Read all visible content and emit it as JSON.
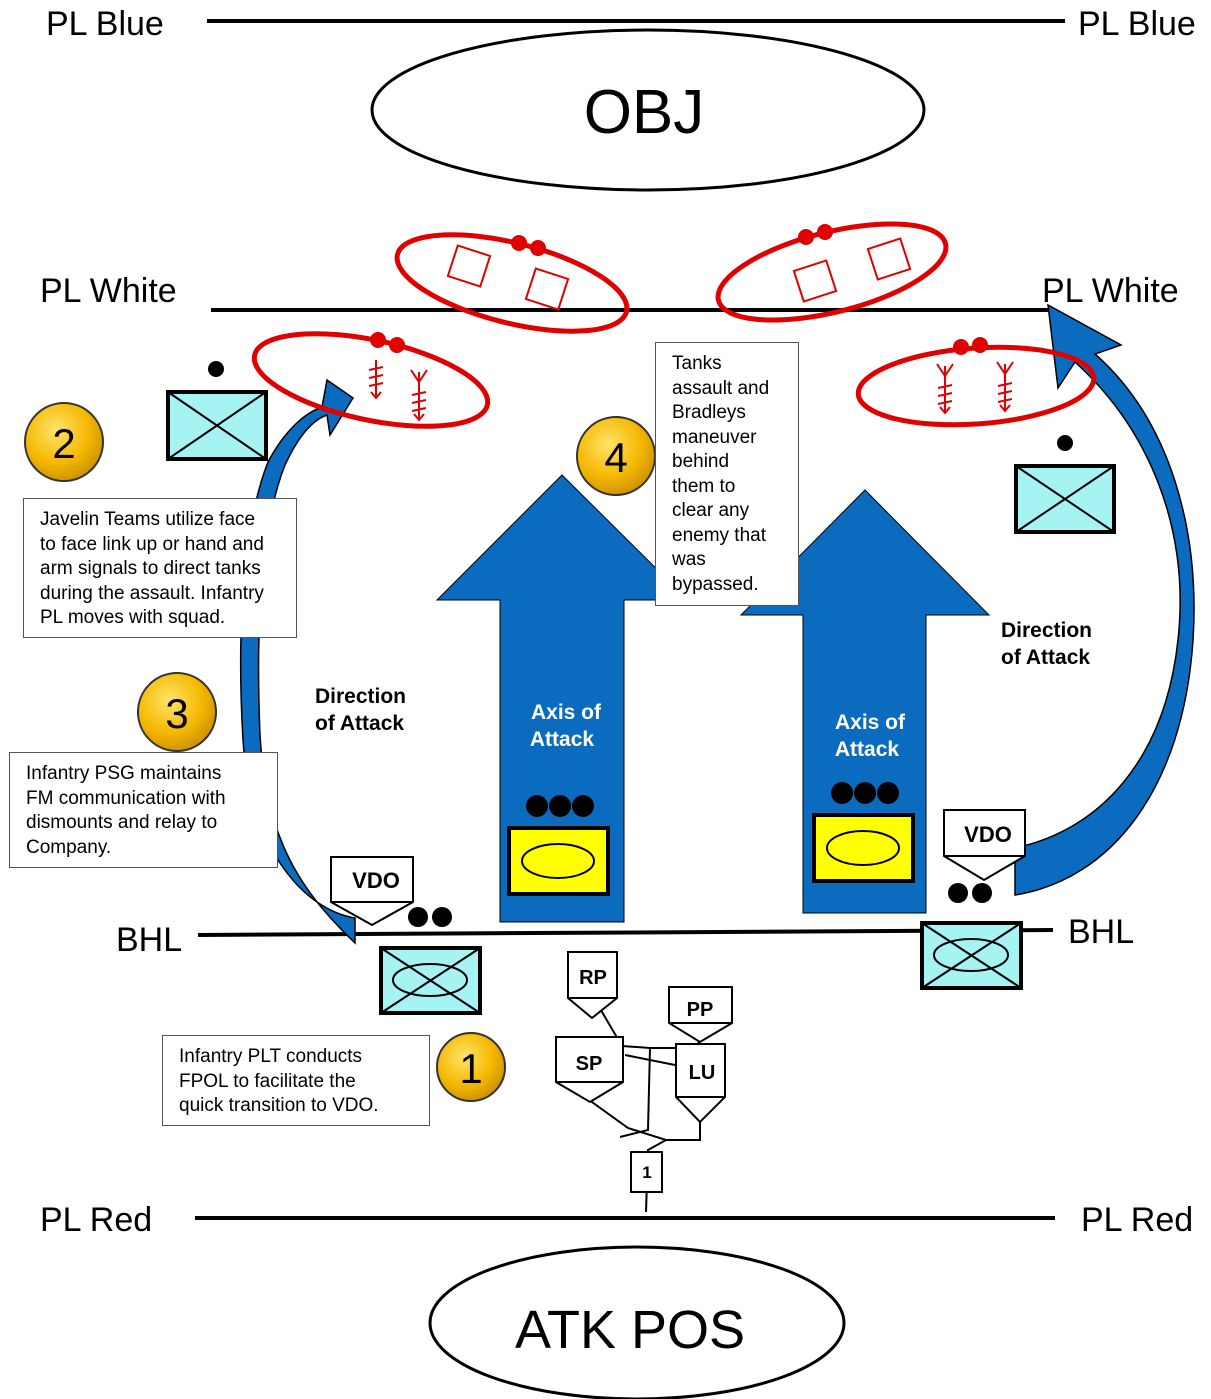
{
  "phase_lines": {
    "blue": "PL Blue",
    "white": "PL White",
    "red": "PL Red",
    "bhl": "BHL"
  },
  "objective": "OBJ",
  "attack_position": "ATK POS",
  "axis_of_attack": {
    "line1": "Axis of",
    "line2": "Attack"
  },
  "direction_of_attack": {
    "line1": "Direction",
    "line2": "of Attack"
  },
  "vdo": "VDO",
  "control_points": {
    "rp": "RP",
    "pp": "PP",
    "sp": "SP",
    "lu": "LU"
  },
  "route_number": "1",
  "steps": [
    "1",
    "2",
    "3",
    "4"
  ],
  "notes": {
    "step1": [
      "Infantry PLT conducts",
      "FPOL to facilitate the",
      "quick transition to VDO."
    ],
    "step2": [
      "Javelin Teams utilize face",
      "to face link up or hand and",
      "arm signals to direct tanks",
      "during the assault. Infantry",
      "PL moves with squad."
    ],
    "step3": [
      "Infantry PSG maintains",
      "FM communication with",
      "dismounts and relay to",
      "Company."
    ],
    "step4": [
      "Tanks",
      "assault and",
      "Bradleys",
      "maneuver",
      "behind",
      "them to",
      "clear any",
      "enemy that",
      "was",
      "bypassed."
    ]
  },
  "colors": {
    "arrow_blue": "#0a6bbf",
    "enemy_red": "#e00000",
    "unit_cyan": "#a6f3f4",
    "tank_yellow": "#ffff00",
    "step_gold": "#f5b800"
  }
}
